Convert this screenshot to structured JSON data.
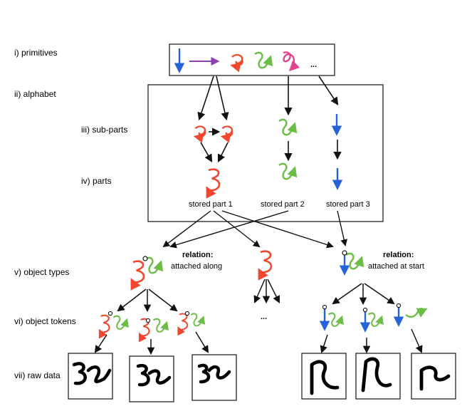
{
  "levels": {
    "primitives": "i) primitives",
    "alphabet": "ii) alphabet",
    "subparts": "iii) sub-parts",
    "parts": "iv) parts",
    "object_types": "v) object types",
    "object_tokens": "vi) object tokens",
    "raw_data": "vii) raw data"
  },
  "primitives_ellipsis": "...",
  "stored_parts": [
    "stored part 1",
    "stored part 2",
    "stored part 3"
  ],
  "relations": {
    "left": {
      "title": "relation:",
      "text": "attached along"
    },
    "right": {
      "title": "relation:",
      "text": "attached at start"
    }
  },
  "type_ellipsis": "...",
  "raw_glyphs": [
    "3ᒧ",
    "3ᒧ",
    "3ᒧ",
    "ᑎ",
    "ᑎ",
    "ᑎ"
  ],
  "colors": {
    "red": "#f0472e",
    "green": "#6cbd45",
    "blue": "#2563d9",
    "purple": "#8e3fb0",
    "magenta": "#e0448f",
    "black": "#111111"
  }
}
